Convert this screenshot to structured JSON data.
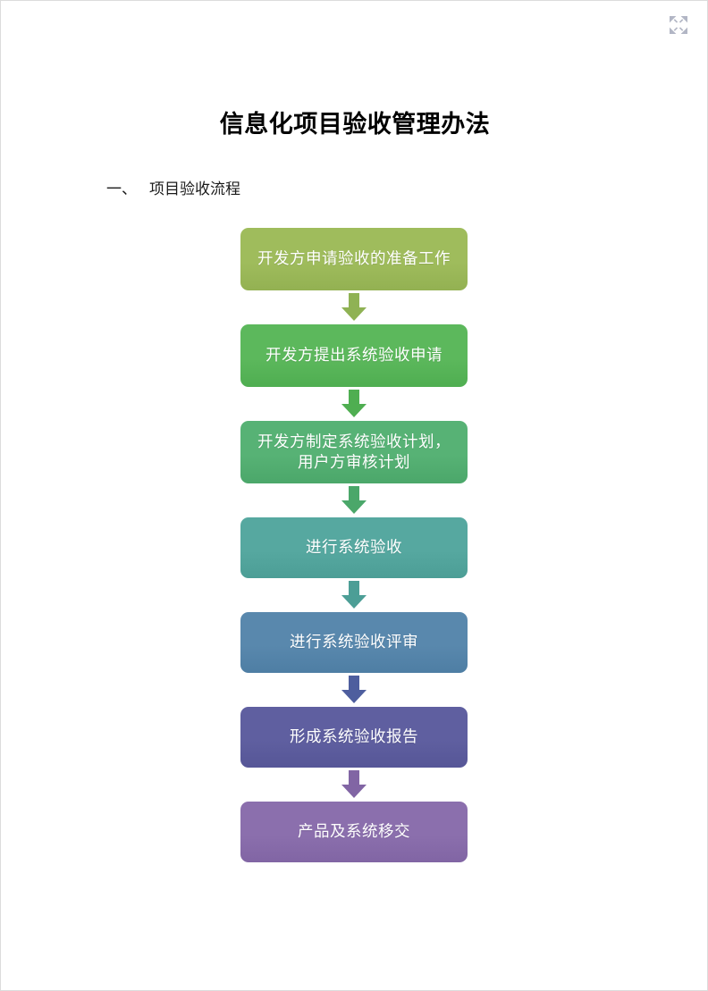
{
  "window": {
    "collapse_icon": "collapse-arrows-icon"
  },
  "document": {
    "title": "信息化项目验收管理办法",
    "section": {
      "number": "一、",
      "label": "项目验收流程"
    }
  },
  "flowchart": {
    "type": "vertical-process-flow",
    "node_count": 7,
    "nodes": [
      {
        "label": "开发方申请验收的准备工作",
        "color": "#9FBC5C",
        "color_dark": "#93B152",
        "height": 70
      },
      {
        "label": "开发方提出系统验收申请",
        "color": "#5CB85C",
        "color_dark": "#4FAE51",
        "height": 70
      },
      {
        "label": "开发方制定系统验收计划，用户方审核计划",
        "color": "#57B275",
        "color_dark": "#4BA76A",
        "height": 70
      },
      {
        "label": "进行系统验收",
        "color": "#56A8A0",
        "color_dark": "#4C9E96",
        "height": 68
      },
      {
        "label": "进行系统验收评审",
        "color": "#5988AD",
        "color_dark": "#4E7EA4",
        "height": 68
      },
      {
        "label": "形成系统验收报告",
        "color": "#5F5FA0",
        "color_dark": "#565697",
        "height": 68
      },
      {
        "label": "产品及系统移交",
        "color": "#8B6FAD",
        "color_dark": "#8165A4",
        "height": 68
      }
    ],
    "arrows": [
      {
        "color": "#8FB254",
        "name": "flow-arrow-1"
      },
      {
        "color": "#4FAE51",
        "name": "flow-arrow-2"
      },
      {
        "color": "#4BA76A",
        "name": "flow-arrow-3"
      },
      {
        "color": "#4C9E96",
        "name": "flow-arrow-4"
      },
      {
        "color": "#4E5E9E",
        "name": "flow-arrow-5"
      },
      {
        "color": "#8165A4",
        "name": "flow-arrow-6"
      }
    ]
  }
}
